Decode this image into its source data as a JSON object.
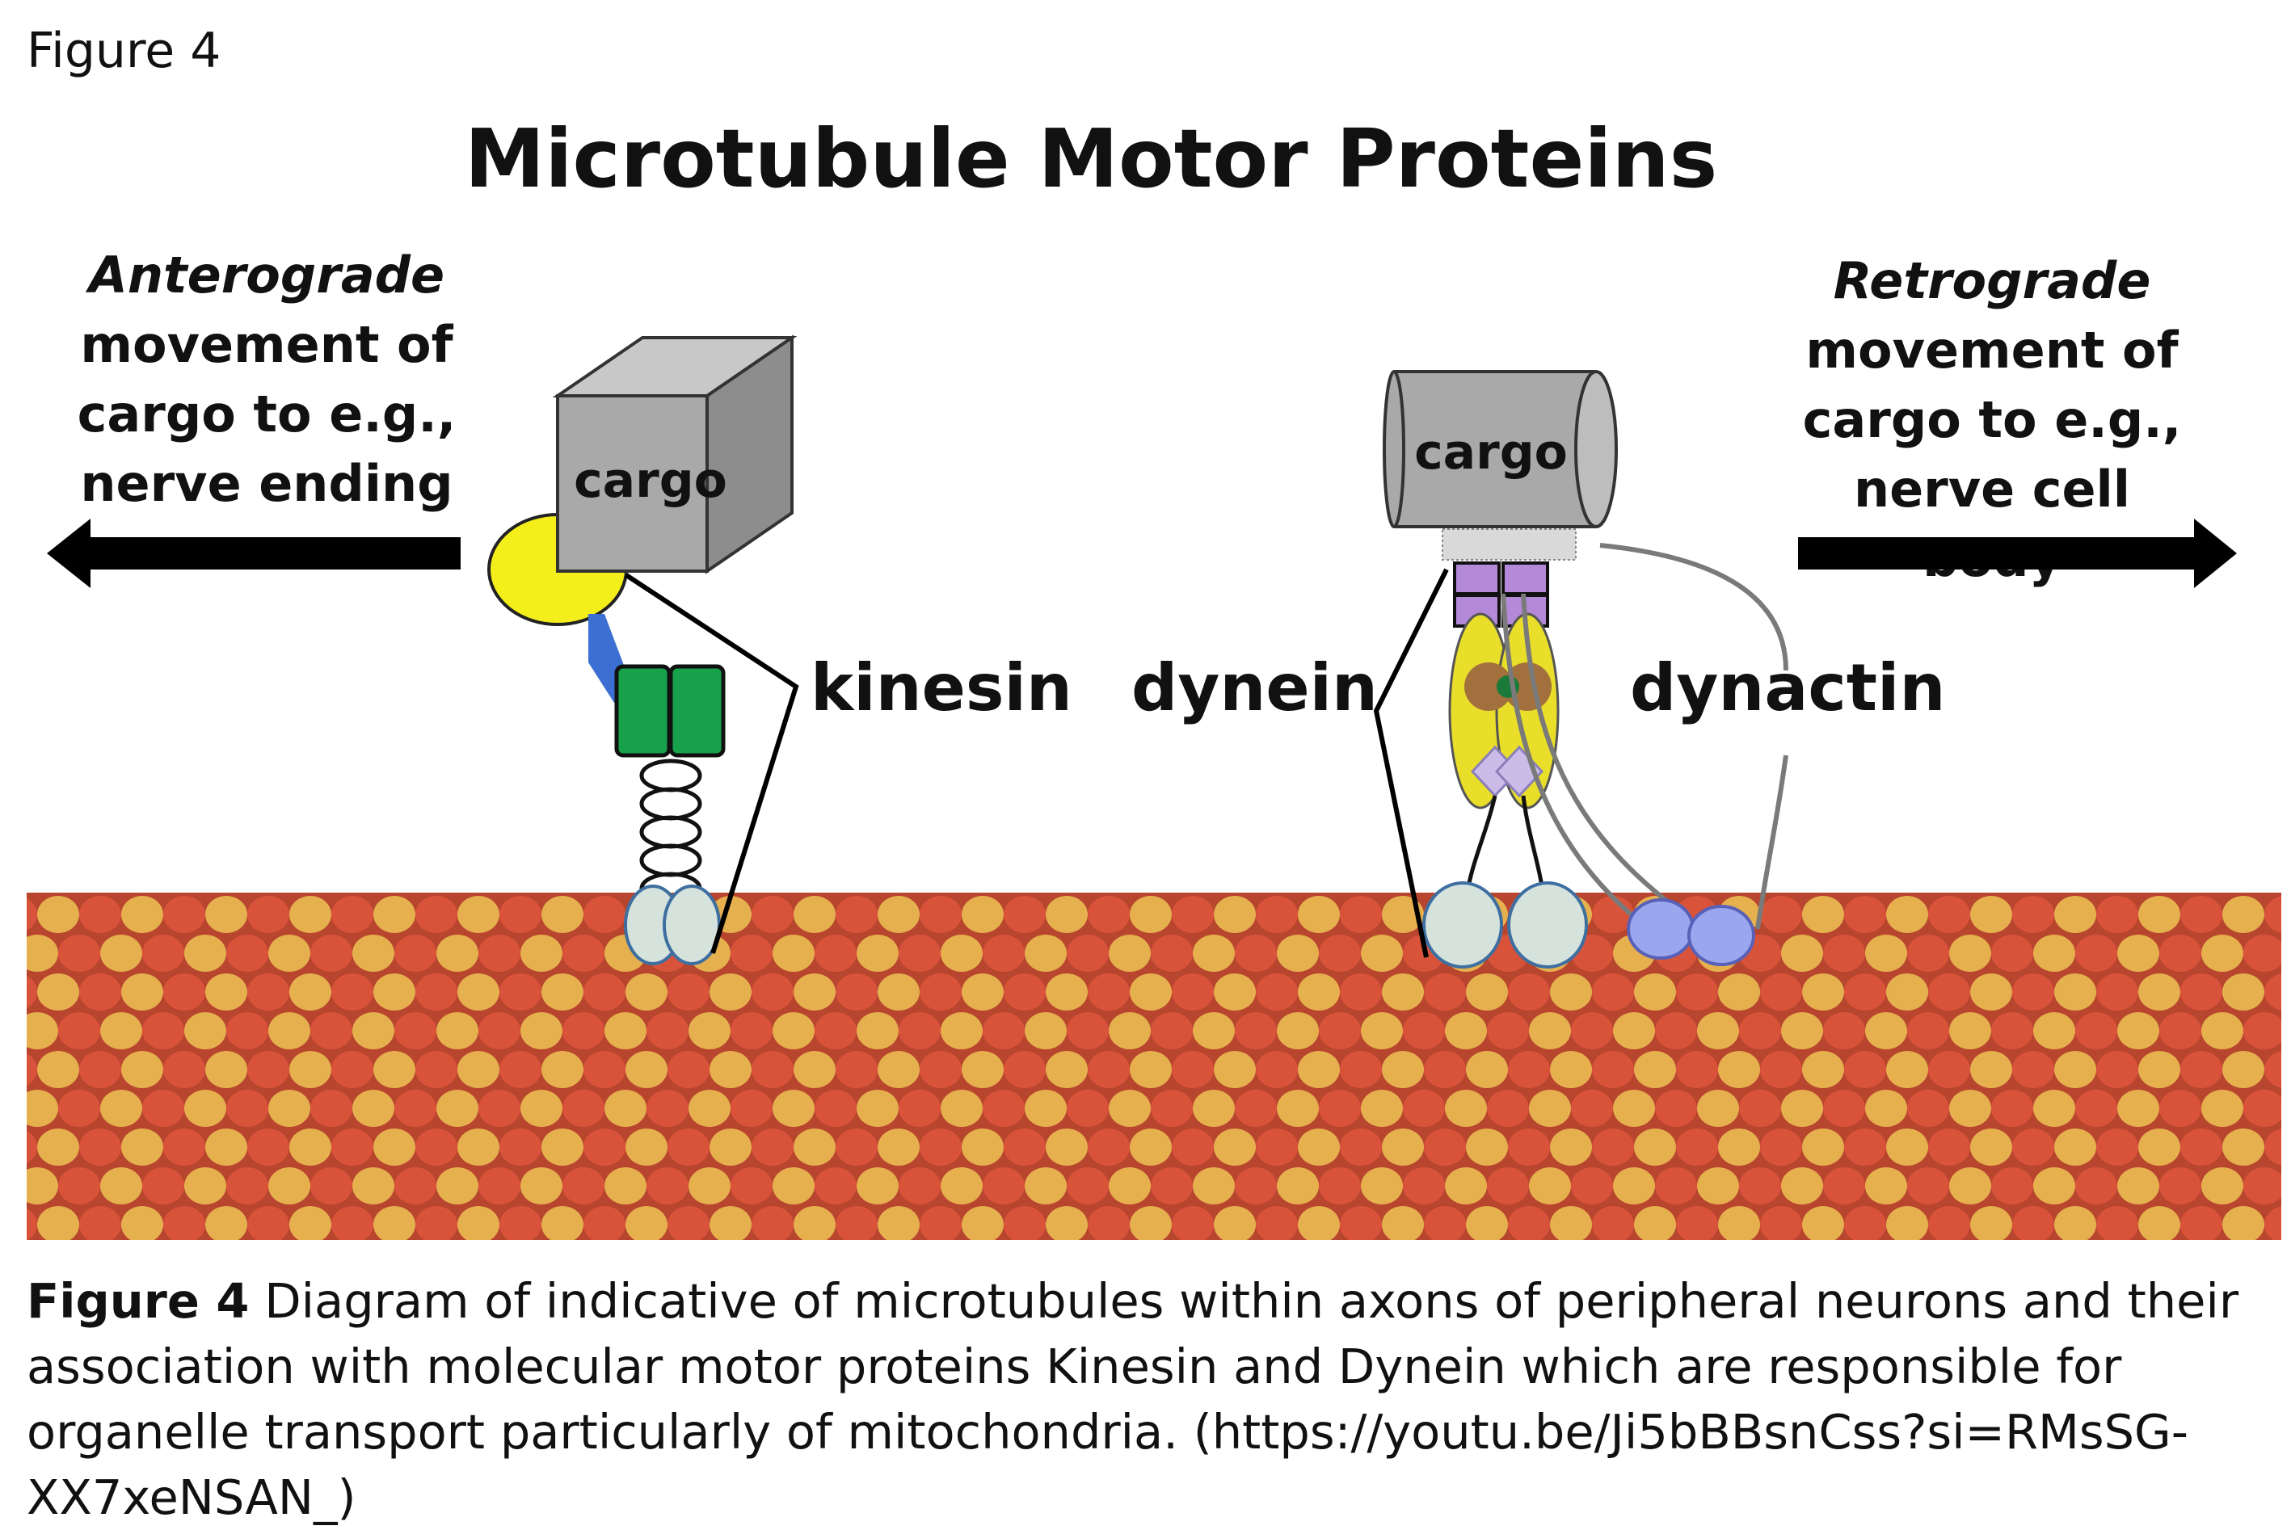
{
  "figure_label": "Figure 4",
  "title": "Microtubule Motor Proteins",
  "anterograde": {
    "lead": "Anterograde",
    "lines": [
      "movement of",
      "cargo to e.g.,",
      "nerve ending"
    ]
  },
  "retrograde": {
    "lead": "Retrograde",
    "lines": [
      "movement of",
      "cargo to e.g.,",
      "nerve cell body"
    ]
  },
  "cargo_left": "cargo",
  "cargo_right": "cargo",
  "labels": {
    "kinesin": "kinesin",
    "dynein": "dynein",
    "dynactin": "dynactin"
  },
  "caption": {
    "bold": "Figure 4",
    "text": " Diagram of indicative of microtubules within axons of peripheral neurons and their association with molecular motor proteins  Kinesin and Dynein which are responsible for organelle transport particularly of mitochondria. (https://youtu.be/Ji5bBBsnCss?si=RMsSG-XX7xeNSAN_)"
  },
  "colors": {
    "tubulin_red": "#d9533a",
    "tubulin_yellow": "#e6b04f",
    "kinesin_head": "#17a14a",
    "cargo_gray": "#a9a9a9",
    "yellow_adaptor": "#f4ee1a",
    "dynein_purple": "#b48ad8",
    "dynactin_blue": "#9aa6ee"
  }
}
